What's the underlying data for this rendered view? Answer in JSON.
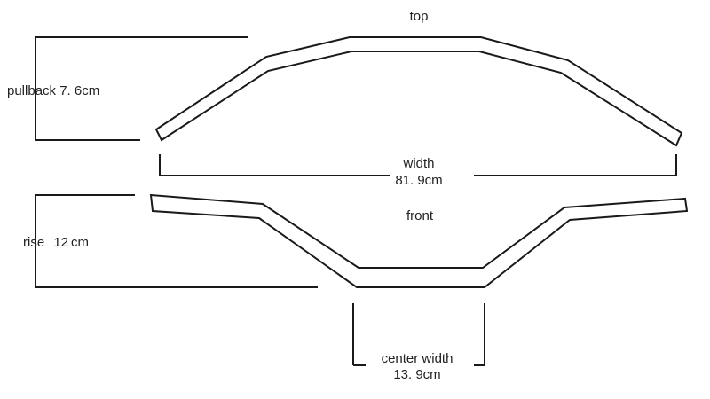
{
  "views": {
    "top": "top",
    "front": "front"
  },
  "measurements": {
    "pullback": {
      "name": "pullback",
      "value": "7. 6cm"
    },
    "width": {
      "name": "width",
      "value": "81. 9cm"
    },
    "rise": {
      "name": "rise",
      "value": "12",
      "unit": "cm"
    },
    "center_width": {
      "name": "center width",
      "value": "13. 9cm"
    }
  }
}
